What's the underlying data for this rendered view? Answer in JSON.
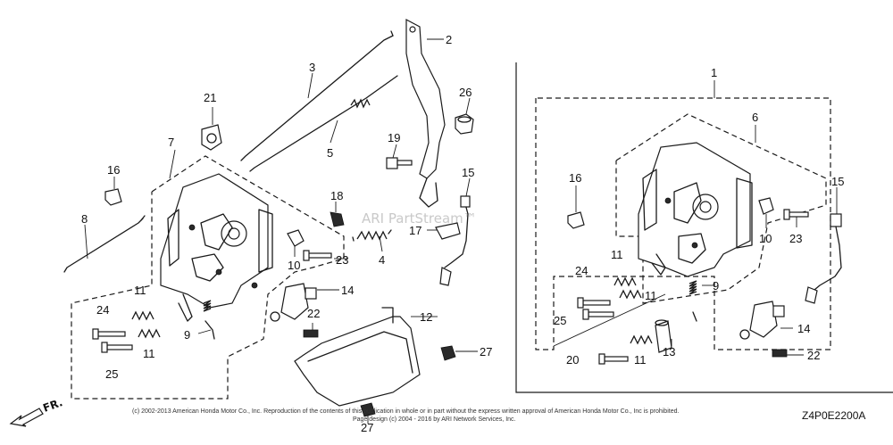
{
  "watermark": "ARI PartStream™",
  "copyright_line1": "(c) 2002-2013 American Honda Motor Co., Inc. Reproduction of the contents of this publication in whole or in part without the express written approval of American Honda Motor Co., Inc is prohibited.",
  "copyright_line2": "Page design (c) 2004 - 2016 by ARI Network Services, Inc.",
  "diagram_code": "Z4P0E2200A",
  "direction_label": "FR.",
  "callouts": {
    "c1": "1",
    "c2": "2",
    "c3": "3",
    "c4": "4",
    "c5": "5",
    "c6": "6",
    "c7": "7",
    "c8": "8",
    "c9a": "9",
    "c9b": "9",
    "c10a": "10",
    "c10b": "10",
    "c11a": "11",
    "c11b": "11",
    "c11c": "11",
    "c11d": "11",
    "c11e": "11",
    "c12": "12",
    "c13": "13",
    "c14a": "14",
    "c14b": "14",
    "c15a": "15",
    "c15b": "15",
    "c16a": "16",
    "c16b": "16",
    "c17": "17",
    "c18": "18",
    "c19": "19",
    "c20": "20",
    "c21": "21",
    "c22a": "22",
    "c22b": "22",
    "c23a": "23",
    "c23b": "23",
    "c24a": "24",
    "c24b": "24",
    "c25a": "25",
    "c25b": "25",
    "c26": "26",
    "c27a": "27",
    "c27b": "27"
  }
}
